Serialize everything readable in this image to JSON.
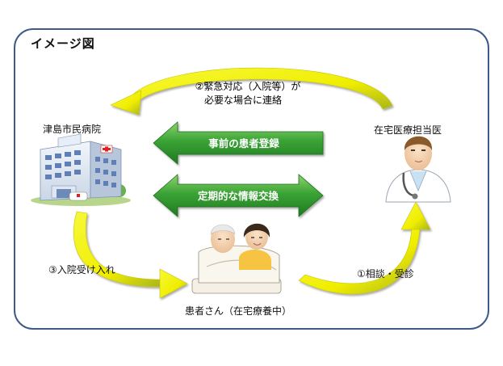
{
  "title": "イメージ図",
  "nodes": {
    "hospital": "津島市民病院",
    "doctor": "在宅医療担当医",
    "patient": "患者さん（在宅療養中）"
  },
  "steps": {
    "emergency_line1": "②緊急対応（入院等）が",
    "emergency_line2": "必要な場合に連絡",
    "admission": "③入院受け入れ",
    "consult": "①相談・受診"
  },
  "arrows": {
    "registration": "事前の患者登録",
    "exchange": "定期的な情報交換"
  },
  "colors": {
    "frame": "#3f5a88",
    "green_arrow": "#3aa335",
    "yellow_arrow": "#f1f000"
  }
}
